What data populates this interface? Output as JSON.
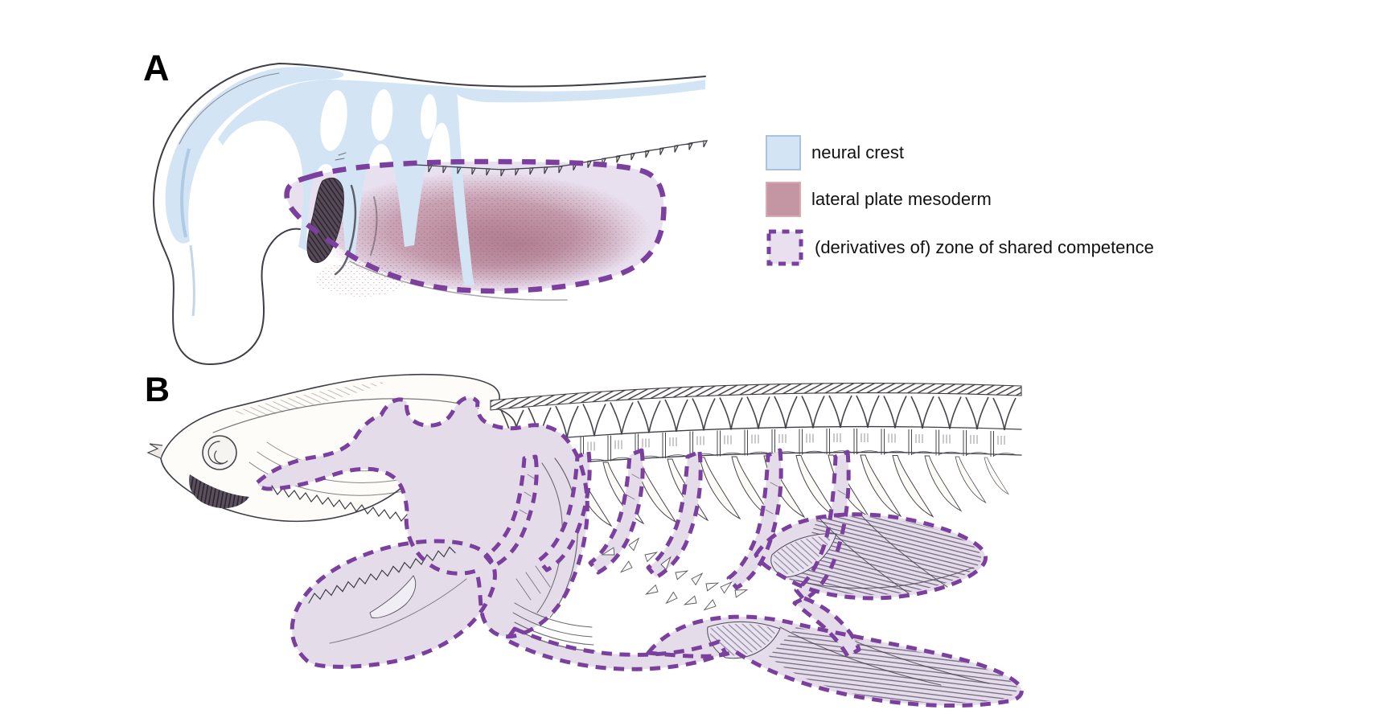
{
  "panels": {
    "a": {
      "label": "A"
    },
    "b": {
      "label": "B"
    }
  },
  "legend": {
    "items": [
      {
        "label": "neural crest",
        "fill": "#d3e5f5",
        "border": "#a9c3de",
        "style": "solid"
      },
      {
        "label": "lateral plate mesoderm",
        "fill": "#c495a2",
        "border": "#d7abb6",
        "style": "solid"
      },
      {
        "label": "(derivatives of) zone of shared competence",
        "fill": "#e9e0ef",
        "border": "#7b3f9e",
        "style": "dashed"
      }
    ]
  },
  "colors": {
    "neural-crest": "#d3e5f5",
    "neural-crest-border": "#a9c3de",
    "lateral-plate": "#c495a2",
    "blush": "#bd8c9d",
    "blush-deep": "#a56d82",
    "stipple": "#8d6478",
    "zone-fill": "#e9e0ef",
    "zone-fill-b": "#e5dcea",
    "zone-dash": "#7b3f9e",
    "ink": "#3e3e46",
    "text": "#111111"
  }
}
